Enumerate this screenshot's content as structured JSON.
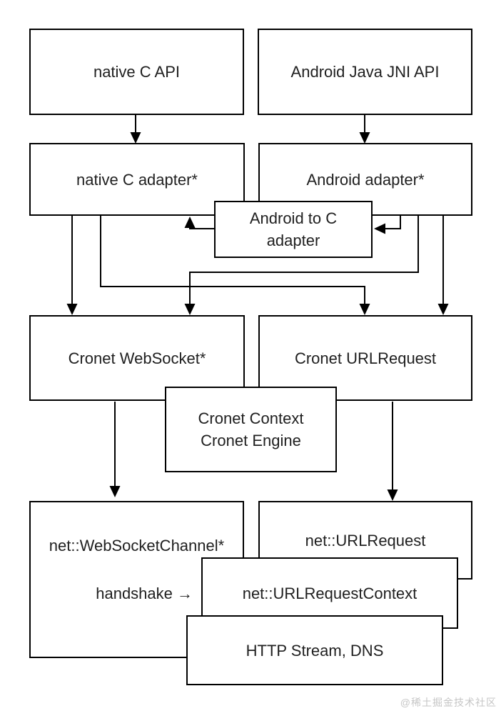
{
  "page": {
    "background": "#ffffff",
    "watermark": {
      "text": "@稀土掘金技术社区",
      "color": "#c6c6c6"
    }
  },
  "diagram": {
    "type": "flowchart",
    "colors": {
      "box_border": "#000000",
      "box_fill": "#ffffff",
      "text": "#1f1f1f",
      "connector": "#000000"
    },
    "nodes": {
      "native_c_api": {
        "label": "native C API"
      },
      "android_java_jni_api": {
        "label": "Android Java JNI API"
      },
      "native_c_adapter": {
        "label": "native C adapter*"
      },
      "android_adapter": {
        "label": "Android adapter*"
      },
      "android_to_c_adapter": {
        "line1": "Android to C",
        "line2": "adapter"
      },
      "cronet_websocket": {
        "label": "Cronet WebSocket*"
      },
      "cronet_urlrequest": {
        "label": "Cronet URLRequest"
      },
      "cronet_context_engine": {
        "line1": "Cronet Context",
        "line2": "Cronet Engine"
      },
      "net_websocketchannel": {
        "label": "net::WebSocketChannel*"
      },
      "net_urlrequest": {
        "label": "net::URLRequest"
      },
      "net_urlrequestcontext": {
        "label": "net::URLRequestContext"
      },
      "http_stream_dns": {
        "label": "HTTP Stream, DNS"
      }
    },
    "annotations": {
      "handshake": {
        "text": "handshake →"
      }
    },
    "edges": [
      {
        "from": "native_c_api",
        "to": "native_c_adapter"
      },
      {
        "from": "android_java_jni_api",
        "to": "android_adapter"
      },
      {
        "from": "android_adapter",
        "to": "android_to_c_adapter"
      },
      {
        "from": "android_to_c_adapter",
        "to": "native_c_adapter"
      },
      {
        "from": "native_c_adapter",
        "to": "cronet_websocket"
      },
      {
        "from": "native_c_adapter",
        "to": "cronet_urlrequest"
      },
      {
        "from": "android_adapter",
        "to": "cronet_websocket"
      },
      {
        "from": "android_adapter",
        "to": "cronet_urlrequest"
      },
      {
        "from": "cronet_websocket",
        "to": "net_websocketchannel"
      },
      {
        "from": "cronet_urlrequest",
        "to": "net_urlrequest"
      }
    ]
  }
}
